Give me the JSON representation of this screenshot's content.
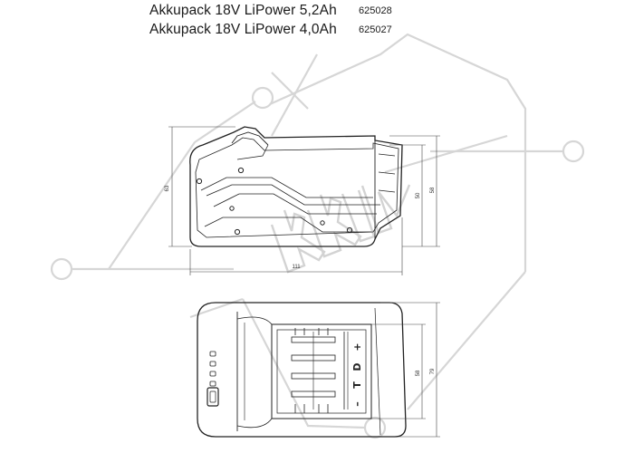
{
  "products": [
    {
      "name": "Akkupack 18V LiPower 5,2Ah",
      "code": "625028"
    },
    {
      "name": "Akkupack 18V LiPower 4,0Ah",
      "code": "625027"
    }
  ],
  "dimensions": {
    "side_height": "63",
    "side_inner_height": "50",
    "side_outer_height": "58",
    "side_length": "111",
    "top_inner_width": "58",
    "top_outer_width": "79"
  },
  "terminal_labels": [
    "+",
    "D",
    "T",
    "–"
  ],
  "watermark": "KKT",
  "colors": {
    "line": "#222222",
    "watermark": "#d6d6d6"
  }
}
